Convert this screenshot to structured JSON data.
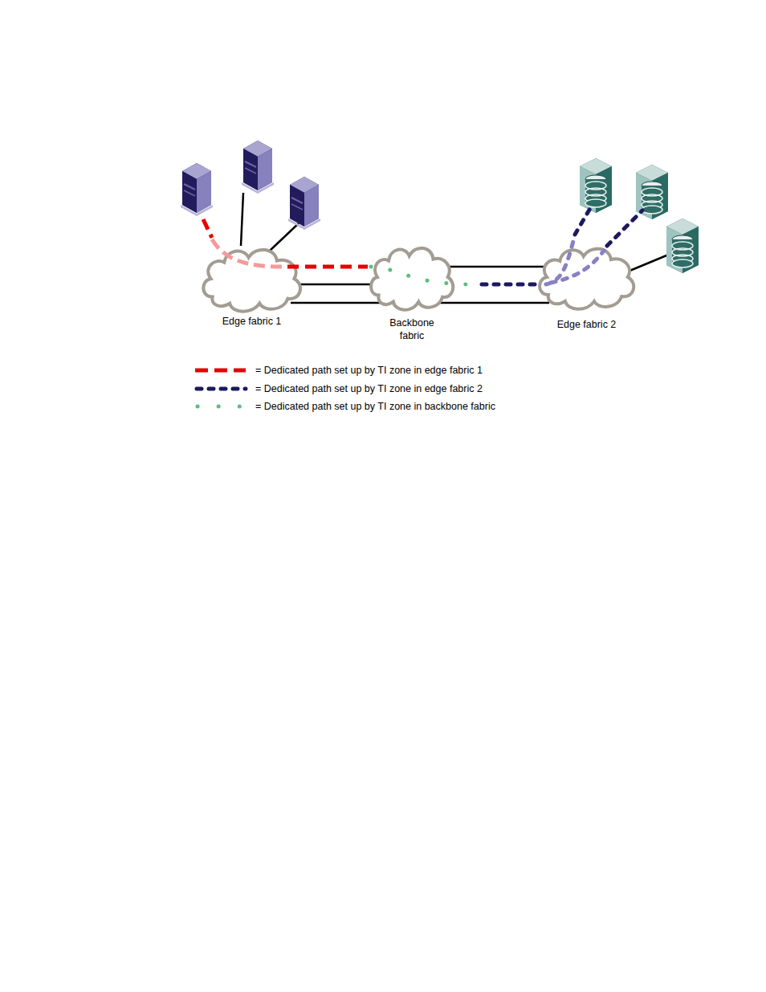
{
  "diagram": {
    "nodes": [
      {
        "text": [
          "Edge fabric 1"
        ]
      },
      {
        "text": [
          "Backbone fabric"
        ]
      },
      {
        "text": [
          "Edge fabric 2"
        ]
      }
    ],
    "edges": [
      {
        "from": 0,
        "to": 1,
        "arrow": "none"
      },
      {
        "from": 1,
        "to": 2,
        "arrow": "none"
      },
      {
        "from": 0,
        "to": 2,
        "arrow": "none"
      }
    ],
    "legend": [
      {
        "text": "= Dedicated path set up by TI zone in edge fabric 1"
      },
      {
        "text": "= Dedicated path set up by TI zone in edge fabric 2"
      },
      {
        "text": "= Dedicated path set up by TI zone in backbone fabric"
      }
    ]
  }
}
